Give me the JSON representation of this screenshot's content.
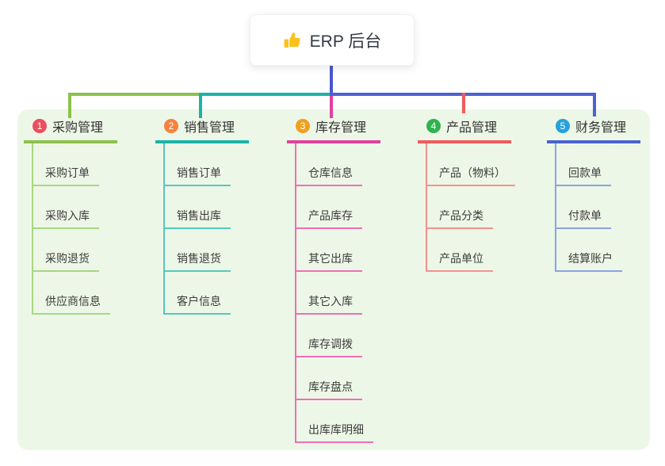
{
  "root": {
    "title": "ERP 后台",
    "icon": "thumbs-up-icon",
    "icon_color": "#fcc21b",
    "connector_color": "#4858cf"
  },
  "panel": {
    "background_color": "#edf7e7"
  },
  "branches": [
    {
      "index": "1",
      "label": "采购管理",
      "badge_color": "#ed4e5e",
      "line_color": "#8ac24a",
      "item_line_color": "#a9d685",
      "items": [
        "采购订单",
        "采购入库",
        "采购退货",
        "供应商信息"
      ]
    },
    {
      "index": "2",
      "label": "销售管理",
      "badge_color": "#f5833f",
      "line_color": "#1ab3a7",
      "item_line_color": "#56c8bd",
      "items": [
        "销售订单",
        "销售出库",
        "销售退货",
        "客户信息"
      ]
    },
    {
      "index": "3",
      "label": "库存管理",
      "badge_color": "#f0a01f",
      "line_color": "#e0419e",
      "item_line_color": "#ee6fb6",
      "items": [
        "仓库信息",
        "产品库存",
        "其它出库",
        "其它入库",
        "库存调拨",
        "库存盘点",
        "出库库明细"
      ]
    },
    {
      "index": "4",
      "label": "产品管理",
      "badge_color": "#2fb350",
      "line_color": "#f15b5b",
      "item_line_color": "#f59191",
      "items": [
        "产品（物料）",
        "产品分类",
        "产品单位"
      ]
    },
    {
      "index": "5",
      "label": "财务管理",
      "badge_color": "#27a1dc",
      "line_color": "#4a62d2",
      "item_line_color": "#8aa3e4",
      "items": [
        "回款单",
        "付款单",
        "结算账户"
      ]
    }
  ]
}
